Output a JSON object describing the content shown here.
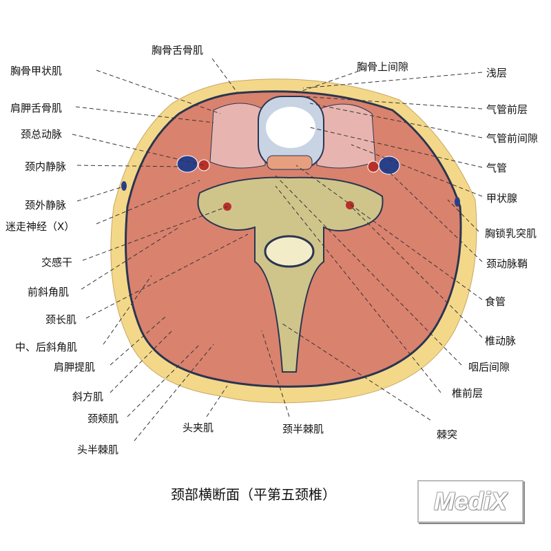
{
  "title": "颈部横断面（平第五颈椎）",
  "watermark": "MediX",
  "labels_left": [
    "胸骨甲状肌",
    "肩胛舌骨肌",
    "颈总动脉",
    "颈内静脉",
    "颈外静脉",
    "迷走神经（Ⅹ）",
    "交感干",
    "前斜角肌",
    "颈长肌",
    "中、后斜角肌",
    "肩胛提肌",
    "斜方肌",
    "颈颊肌",
    "头半棘肌"
  ],
  "labels_top": [
    "胸骨舌骨肌",
    "胸骨上间隙"
  ],
  "labels_right": [
    "浅层",
    "气管前层",
    "气管前间隙",
    "气管",
    "甲状腺",
    "胸锁乳突肌",
    "颈动脉鞘",
    "食管",
    "椎动脉",
    "咽后间隙",
    "椎前层",
    "棘突"
  ],
  "labels_bottom": [
    "头夹肌",
    "颈半棘肌"
  ],
  "colors": {
    "skin": "#f3d88a",
    "muscle": "#d9826e",
    "bone": "#cfc48a",
    "fascia": "#2a3550",
    "vein": "#2a3f8a",
    "artery": "#b8302a"
  }
}
